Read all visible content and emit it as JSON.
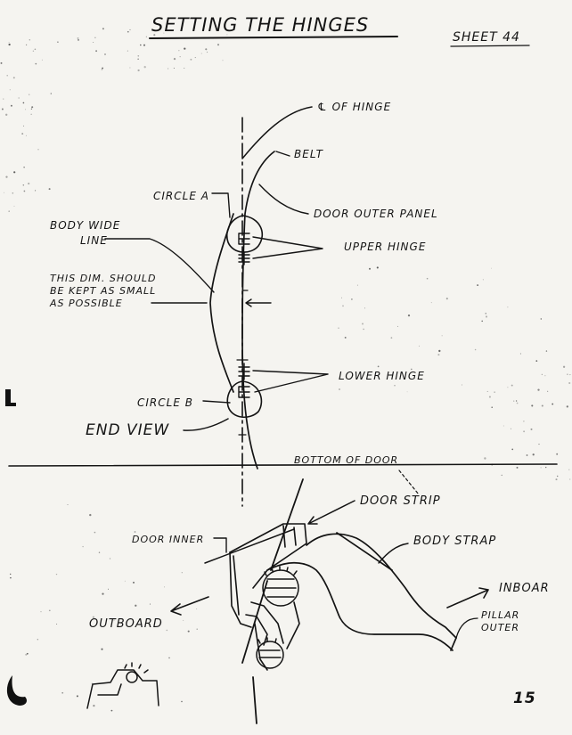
{
  "title": "SETTING THE HINGES",
  "sheet_label": "SHEET 44",
  "page_number": "15",
  "labels": {
    "centerline_of_hinge": "℄ OF HINGE",
    "belt": "BELT",
    "circle_a": "CIRCLE A",
    "door_outer_panel": "DOOR OUTER PANEL",
    "body_wide_line_1": "BODY WIDE",
    "body_wide_line_2": "LINE",
    "upper_hinge": "UPPER HINGE",
    "dim_note_1": "THIS DIM. SHOULD",
    "dim_note_2": "BE KEPT AS SMALL",
    "dim_note_3": "AS POSSIBLE",
    "lower_hinge": "LOWER HINGE",
    "circle_b": "CIRCLE B",
    "end_view": "END VIEW",
    "bottom_of_door": "BOTTOM OF DOOR",
    "door_strip": "DOOR STRIP",
    "door_inner": "DOOR INNER",
    "body_strap": "BODY STRAP",
    "inboard": "INBOAR",
    "outboard": "OUTBOARD",
    "pillar_outer_1": "PILLAR",
    "pillar_outer_2": "OUTER"
  },
  "colors": {
    "paper": "#f5f4f0",
    "ink": "#141414"
  }
}
